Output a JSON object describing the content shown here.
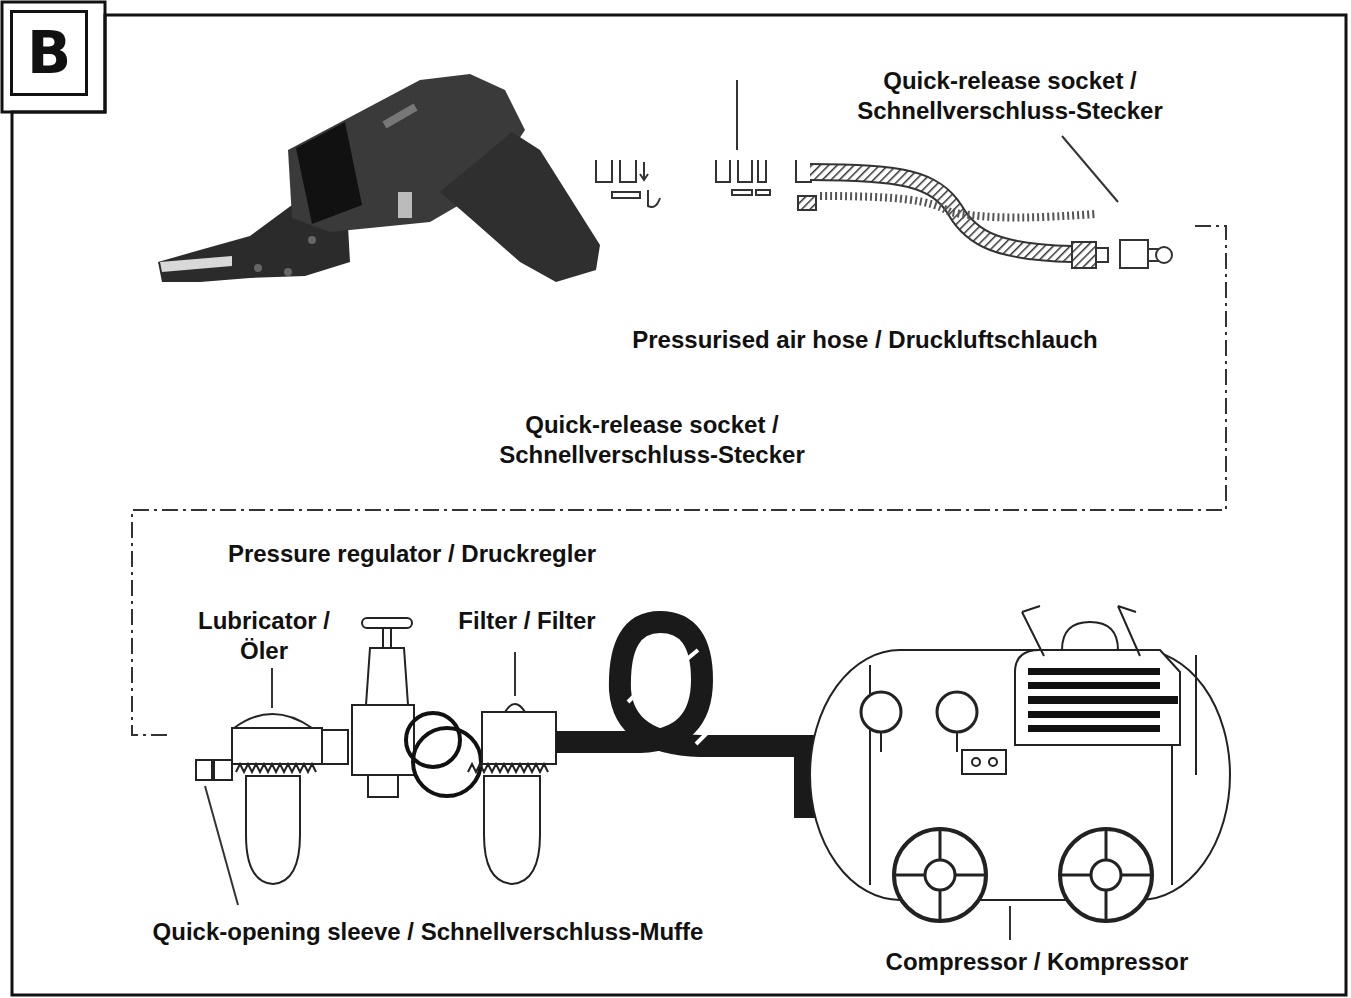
{
  "diagram": {
    "nodes": [
      {
        "text": [
          "B"
        ]
      }
    ],
    "labels": [
      "Quick-release socket / Schnellverschluss-Stecker",
      "Pressurised air hose / Druckluftschlauch",
      "Quick-release socket / Schnellverschluss-Stecker",
      "Pressure regulator / Druckregler",
      "Lubricator / Öler",
      "Filter / Filter",
      "Quick-opening sleeve / Schnellverschluss-Muffe",
      "Compressor / Kompressor"
    ]
  }
}
